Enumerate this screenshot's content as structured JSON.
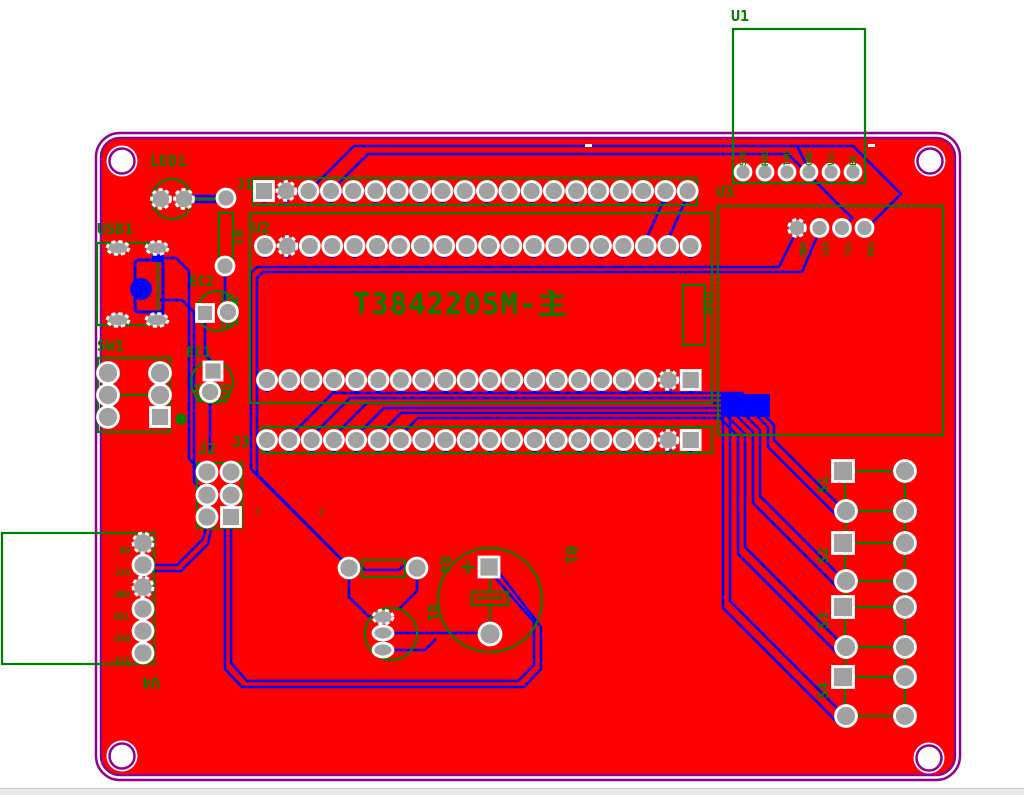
{
  "board": {
    "title": "T3842205M-主",
    "annotations": {
      "q1": "?",
      "q2": "?"
    }
  },
  "designators": {
    "u1": "U1",
    "u2": "U2",
    "u3": "U3",
    "u4": "U4",
    "j1": "J1",
    "j2": "J2",
    "j3": "J3",
    "led1": "LED1",
    "usb1": "USB1",
    "sw1": "SW1",
    "r1": "R1",
    "r4": "R4",
    "ec1": "EC1",
    "ec2": "EC2",
    "q1": "Q1",
    "b1": "B1",
    "s1": "S1",
    "s2": "S2",
    "s3": "S3",
    "s4": "S4",
    "usb_port": "USB"
  },
  "pin_labels": {
    "u1": [
      "STB",
      "RXD",
      "TXD",
      "GND",
      "VCC",
      "EN"
    ],
    "u3": [
      "GND",
      "VCC",
      "SCL",
      "SDA"
    ],
    "u4": [
      "EN",
      "VCC",
      "GND",
      "TXD",
      "RXD",
      "STA"
    ]
  },
  "colors": {
    "copper_top": "#FF0000",
    "bottom_trace": "#0000FF",
    "silkscreen": "#008000",
    "outline": "#90008F",
    "pad": "#A1A1A1",
    "pad_ring": "#FFFFFF",
    "background": "#FFFFFF",
    "footer_bar": "#E8E8E8"
  }
}
